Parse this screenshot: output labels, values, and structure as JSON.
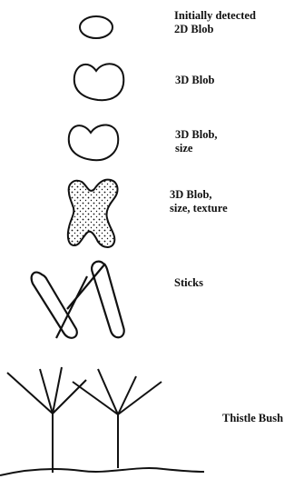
{
  "stages": [
    {
      "icon": "ellipse-blob-icon",
      "label_line1": "Initially detected",
      "label_line2": "2D Blob"
    },
    {
      "icon": "heart-blob-icon",
      "label_line1": "3D Blob",
      "label_line2": ""
    },
    {
      "icon": "heart-blob-icon",
      "label_line1": "3D Blob,",
      "label_line2": "size"
    },
    {
      "icon": "textured-blob-icon",
      "label_line1": "3D Blob,",
      "label_line2": "size, texture"
    },
    {
      "icon": "sticks-icon",
      "label_line1": "Sticks",
      "label_line2": ""
    },
    {
      "icon": "thistle-bush-icon",
      "label_line1": "Thistle Bush",
      "label_line2": ""
    }
  ],
  "colors": {
    "ink": "#111111",
    "background": "#ffffff"
  }
}
